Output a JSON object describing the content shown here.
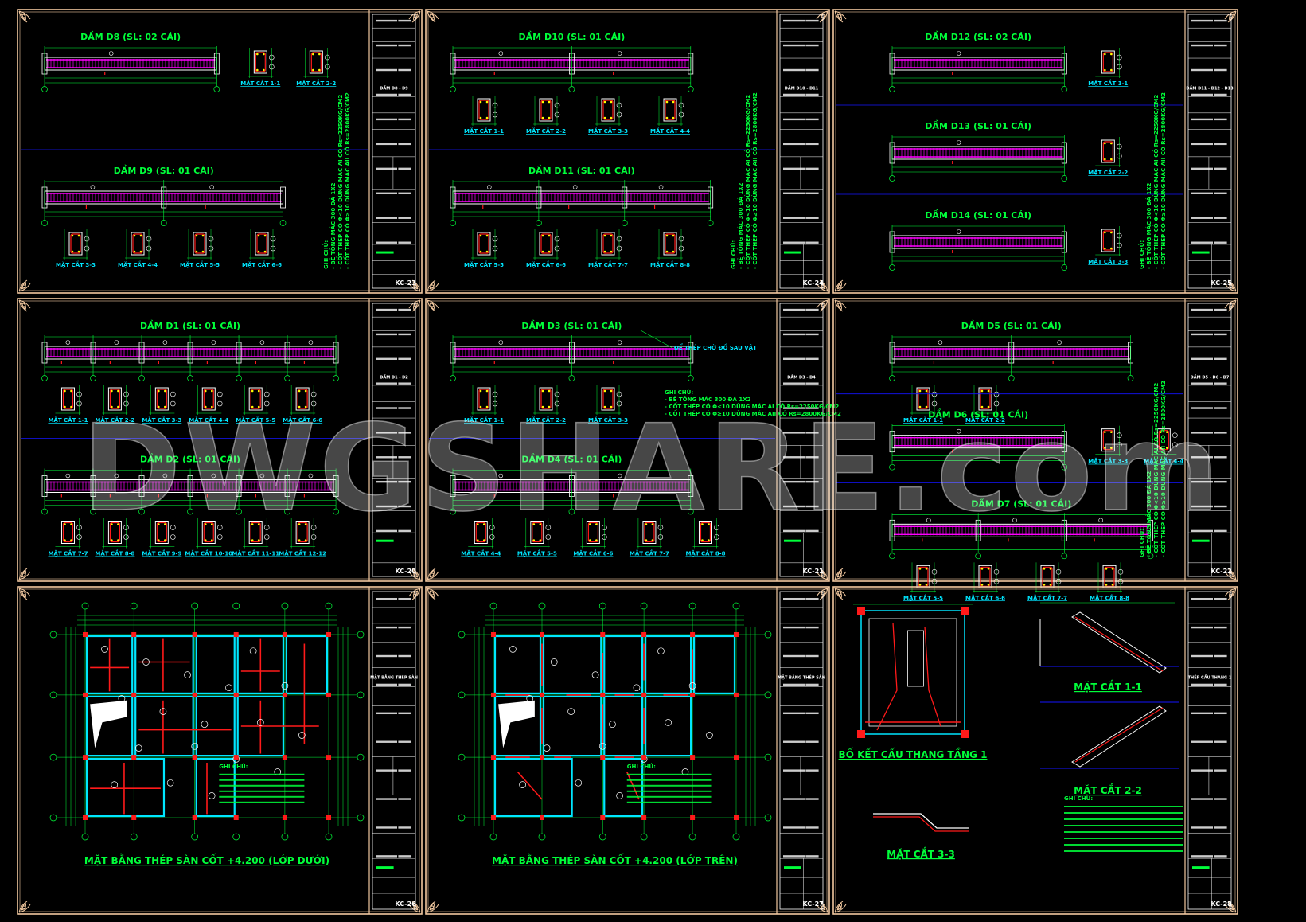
{
  "watermark": "DWGSHARE.com",
  "colors": {
    "background": "#000000",
    "frame": "#f2c9a0",
    "rebar": "#ff00ff",
    "concrete": "#ffffff",
    "title_text": "#00ff3a",
    "section_text": "#00e6ff",
    "axis_blue": "#1414ff",
    "accent_red": "#ff1a1a",
    "dimension": "#00ff3a"
  },
  "sheets": [
    {
      "id": "KC-23",
      "block": "DẦM D8 - D9",
      "beams": [
        {
          "label": "DẦM D8 (SL: 02 CÁI)",
          "spans": 1,
          "sections": [
            "MẶT CẮT 1-1",
            "MẶT CẮT 2-2"
          ]
        },
        {
          "label": "DẦM D9 (SL: 01 CÁI)",
          "spans": 2,
          "sections": [
            "MẶT CẮT 3-3",
            "MẶT CẮT 4-4",
            "MẶT CẮT 5-5",
            "MẶT CẮT 6-6"
          ]
        }
      ],
      "notes": [
        "GHI CHÚ:",
        "- BÊ TÔNG MÁC 300 ĐÁ 1X2",
        "- CỐT THÉP CÓ Φ<10 DÙNG MÁC AI CÓ Rs=2250KG/CM2",
        "- CỐT THÉP CÓ Φ≥10 DÙNG MÁC AII CÓ Rs=2800KG/CM2"
      ]
    },
    {
      "id": "KC-24",
      "block": "DẦM D10 - D11",
      "beams": [
        {
          "label": "DẦM D10 (SL: 01 CÁI)",
          "spans": 2,
          "sections": [
            "MẶT CẮT 1-1",
            "MẶT CẮT 2-2",
            "MẶT CẮT 3-3",
            "MẶT CẮT 4-4"
          ]
        },
        {
          "label": "DẦM D11 (SL: 01 CÁI)",
          "spans": 3,
          "sections": [
            "MẶT CẮT 5-5",
            "MẶT CẮT 6-6",
            "MẶT CẮT 7-7",
            "MẶT CẮT 8-8"
          ]
        }
      ],
      "notes": [
        "GHI CHÚ:",
        "- BÊ TÔNG MÁC 300 ĐÁ 1X2",
        "- CỐT THÉP CÓ Φ<10 DÙNG MÁC AI CÓ Rs=2250KG/CM2",
        "- CỐT THÉP CÓ Φ≥10 DÙNG MÁC AII CÓ Rs=2800KG/CM2"
      ]
    },
    {
      "id": "KC-25",
      "block": "DẦM D11 - D12 - D13",
      "beams": [
        {
          "label": "DẦM D12 (SL: 02 CÁI)",
          "spans": 1,
          "sections": [
            "MẶT CẮT 1-1"
          ]
        },
        {
          "label": "DẦM D13 (SL: 01 CÁI)",
          "spans": 1,
          "sections": [
            "MẶT CẮT 2-2"
          ]
        },
        {
          "label": "DẦM D14 (SL: 01 CÁI)",
          "spans": 1,
          "sections": [
            "MẶT CẮT 3-3"
          ]
        }
      ],
      "notes": [
        "GHI CHÚ:",
        "- BÊ TÔNG MÁC 300 ĐÁ 1X2",
        "- CỐT THÉP CÓ Φ<10 DÙNG MÁC AI CÓ Rs=2250KG/CM2",
        "- CỐT THÉP CÓ Φ≥10 DÙNG MÁC AII CÓ Rs=2800KG/CM2"
      ]
    },
    {
      "id": "KC-20",
      "block": "DẦM D1 - D2",
      "beams": [
        {
          "label": "DẦM D1 (SL: 01 CÁI)",
          "spans": 6,
          "sections": [
            "MẶT CẮT 1-1",
            "MẶT CẮT 2-2",
            "MẶT CẮT 3-3",
            "MẶT CẮT 4-4",
            "MẶT CẮT 5-5",
            "MẶT CẮT 6-6"
          ]
        },
        {
          "label": "DẦM D2 (SL: 01 CÁI)",
          "spans": 6,
          "sections": [
            "MẶT CẮT 7-7",
            "MẶT CẮT 8-8",
            "MẶT CẮT 9-9",
            "MẶT CẮT 10-10",
            "MẶT CẮT 11-11",
            "MẶT CẮT 12-12"
          ]
        }
      ],
      "notes": []
    },
    {
      "id": "KC-21",
      "block": "DẦM D3 - D4",
      "beams": [
        {
          "label": "DẦM D3 (SL: 01 CÁI)",
          "spans": 2,
          "sections": [
            "MẶT CẮT 1-1",
            "MẶT CẮT 2-2",
            "MẶT CẮT 3-3"
          ]
        },
        {
          "label": "DẦM D4 (SL: 01 CÁI)",
          "spans": 2,
          "sections": [
            "MẶT CẮT 4-4",
            "MẶT CẮT 5-5",
            "MẶT CẮT 6-6",
            "MẶT CẮT 7-7",
            "MẶT CẮT 8-8"
          ]
        }
      ],
      "notes": [
        "GHI CHÚ:",
        "- BÊ TÔNG MÁC 300 ĐÁ 1X2",
        "- CỐT THÉP CÓ Φ<10 DÙNG MÁC AI CÓ Rs=2250KG/CM2",
        "- CỐT THÉP CÓ Φ≥10 DÙNG MÁC AII CÓ Rs=2800KG/CM2"
      ],
      "callout": "ĐỂ THÉP CHỜ ĐỔ SAU VẬT"
    },
    {
      "id": "KC-22",
      "block": "DẦM D5 - D6 - D7",
      "beams": [
        {
          "label": "DẦM D5 (SL: 01 CÁI)",
          "spans": 2,
          "sections": [
            "MẶT CẮT 1-1",
            "MẶT CẮT 2-2"
          ]
        },
        {
          "label": "DẦM D6 (SL: 01 CÁI)",
          "spans": 1,
          "sections": [
            "MẶT CẮT 3-3",
            "MẶT CẮT 4-4"
          ]
        },
        {
          "label": "DẦM D7 (SL: 01 CÁI)",
          "spans": 3,
          "sections": [
            "MẶT CẮT 5-5",
            "MẶT CẮT 6-6",
            "MẶT CẮT 7-7",
            "MẶT CẮT 8-8"
          ]
        }
      ],
      "notes": [
        "GHI CHÚ:",
        "- BÊ TÔNG MÁC 300 ĐÁ 1X2",
        "- CỐT THÉP CÓ Φ<10 DÙNG MÁC AI CÓ Rs=2250KG/CM2",
        "- CỐT THÉP CÓ Φ≥10 DÙNG MÁC AII CÓ Rs=2800KG/CM2"
      ]
    },
    {
      "id": "KC-26",
      "block": "MẶT BẰNG THÉP SÀN",
      "plan_title": "MẶT BẰNG THÉP SÀN CỐT +4.200 (LỚP DƯỚI)",
      "notes": [
        "GHI CHÚ:"
      ]
    },
    {
      "id": "KC-27",
      "block": "MẶT BẰNG THÉP SÀN",
      "plan_title": "MẶT BẰNG THÉP SÀN CỐT +4.200 (LỚP TRÊN)",
      "notes": [
        "GHI CHÚ:"
      ]
    },
    {
      "id": "KC-28",
      "block": "THÉP CẦU THANG 1",
      "stair_titles": [
        "MẶT CẮT 1-1",
        "MẶT CẮT 2-2",
        "BỐ KẾT CẤU THANG TẦNG 1",
        "MẶT CẮT 3-3"
      ],
      "notes": [
        "GHI CHÚ:"
      ]
    }
  ]
}
